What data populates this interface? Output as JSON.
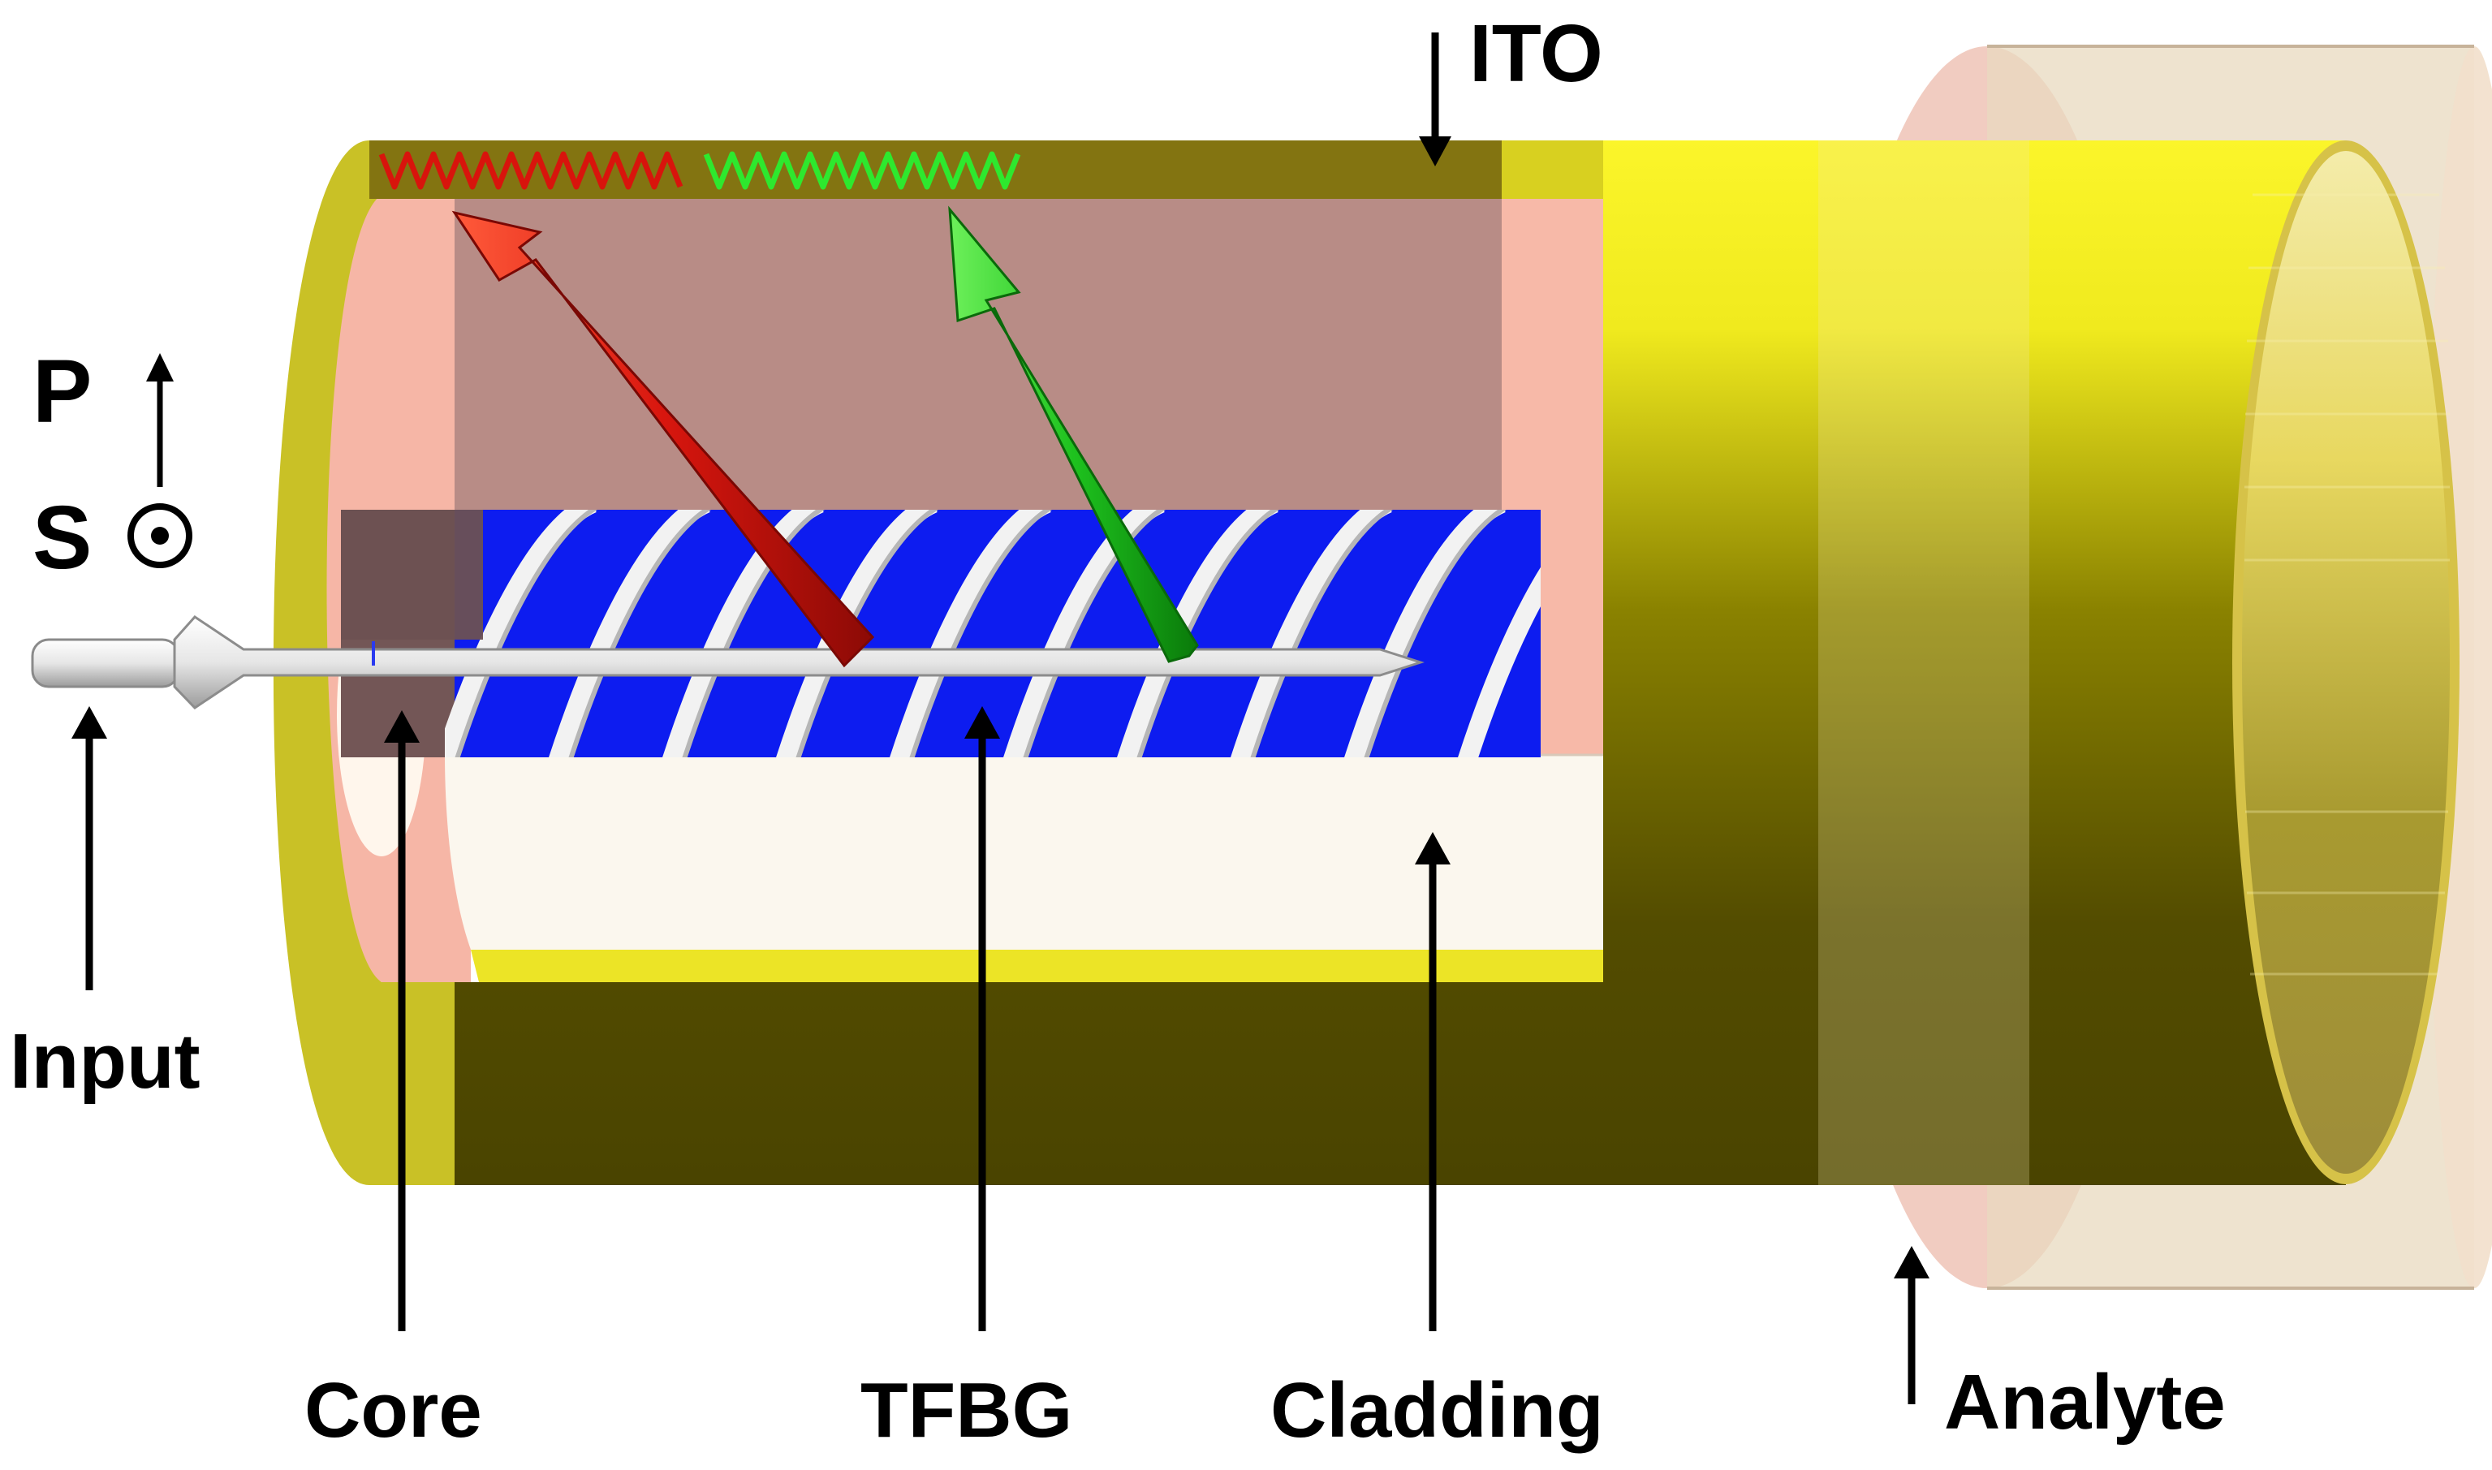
{
  "labels": {
    "ito": "ITO",
    "p": "P",
    "s": "S",
    "input": "Input",
    "core": "Core",
    "tfbg": "TFBG",
    "cladding": "Cladding",
    "analyte": "Analyte"
  },
  "colors": {
    "ito_yellow": "#f2ee2a",
    "outer_olive": "#4f4a00",
    "cladding_pink": "#f5b5a5",
    "inner_mauve": "#b58a84",
    "core_dark": "#765a5a",
    "grating_blue": "#0a1bee",
    "reflect_red": "#e0201a",
    "reflect_green": "#1ec21e",
    "analyte_beige": "#e9d8b9"
  }
}
